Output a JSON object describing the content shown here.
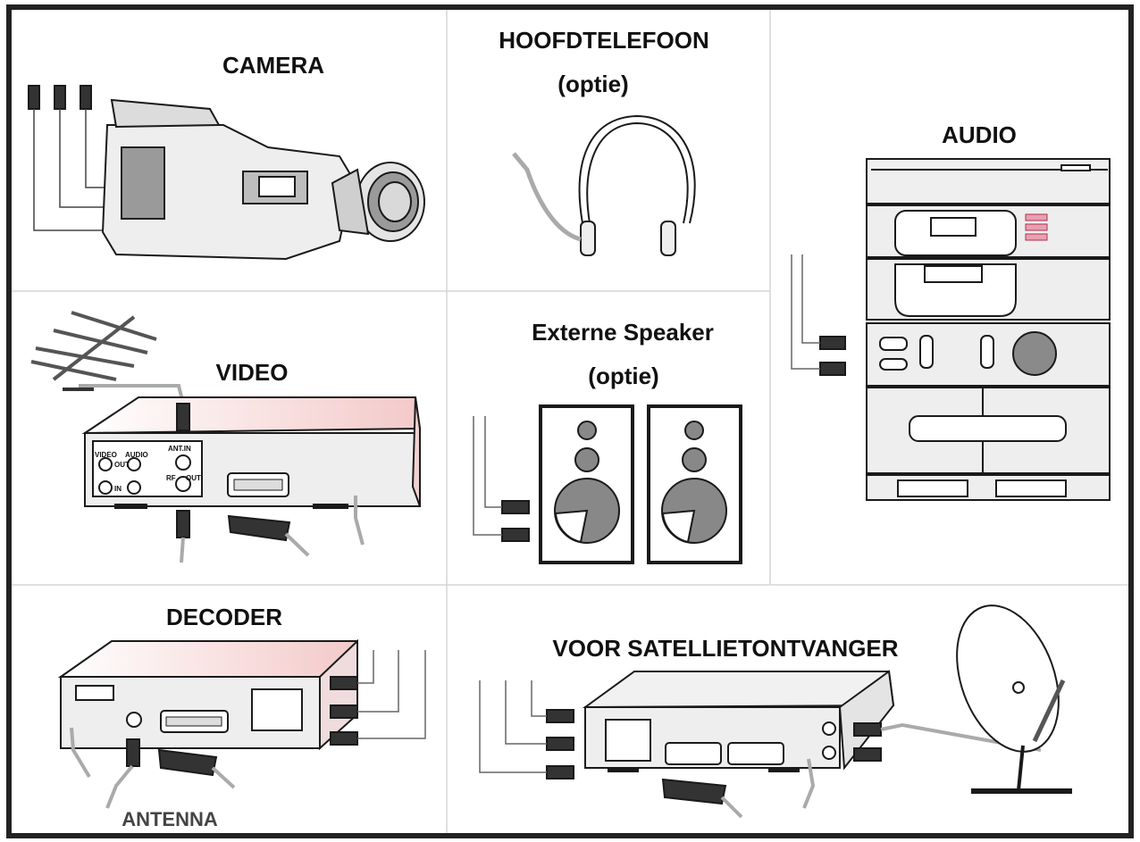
{
  "labels": {
    "camera": "CAMERA",
    "headphone_line1": "HOOFDTELEFOON",
    "headphone_line2": "(optie)",
    "audio": "AUDIO",
    "video": "VIDEO",
    "speaker_line1": "Externe Speaker",
    "speaker_line2": "(optie)",
    "decoder": "DECODER",
    "satellite": "VOOR SATELLIETONTVANGER",
    "antenna": "ANTENNA"
  },
  "device_labels": {
    "video_panel_video": "VIDEO",
    "video_panel_audio": "AUDIO",
    "video_panel_out": "OUT",
    "video_panel_in": "IN",
    "video_panel_antin": "ANT.IN",
    "video_panel_rf": "RF",
    "video_panel_rfout": "OUT"
  },
  "colors": {
    "outline": "#1a1a1a",
    "device_fill": "#efefef",
    "device_top": "#f6dede",
    "cable": "#9a9a9a",
    "border": "#222222"
  }
}
